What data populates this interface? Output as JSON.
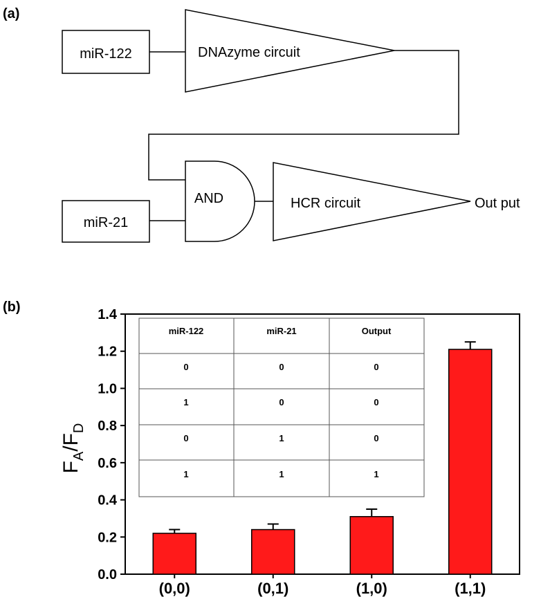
{
  "panel_a": {
    "label": "(a)",
    "input1": "miR-122",
    "dnazyme": "DNAzyme circuit",
    "input2": "miR-21",
    "and_gate": "AND",
    "hcr": "HCR circuit",
    "output": "Out put"
  },
  "panel_b": {
    "label": "(b)"
  },
  "chart_data": {
    "type": "bar",
    "categories": [
      "(0,0)",
      "(0,1)",
      "(1,0)",
      "(1,1)"
    ],
    "values": [
      0.22,
      0.24,
      0.31,
      1.21
    ],
    "errors": [
      0.02,
      0.03,
      0.04,
      0.04
    ],
    "ylabel_main": "F",
    "ylabel_sub1": "A",
    "ylabel_slash": "/F",
    "ylabel_sub2": "D",
    "ylim": [
      0,
      1.4
    ],
    "yticks": [
      "0.0",
      "0.2",
      "0.4",
      "0.6",
      "0.8",
      "1.0",
      "1.2",
      "1.4"
    ],
    "grid": false,
    "bar_color": "#ff1a1a",
    "truth_table": {
      "headers": [
        "miR-122",
        "miR-21",
        "Output"
      ],
      "rows": [
        [
          "0",
          "0",
          "0"
        ],
        [
          "1",
          "0",
          "0"
        ],
        [
          "0",
          "1",
          "0"
        ],
        [
          "1",
          "1",
          "1"
        ]
      ]
    }
  }
}
